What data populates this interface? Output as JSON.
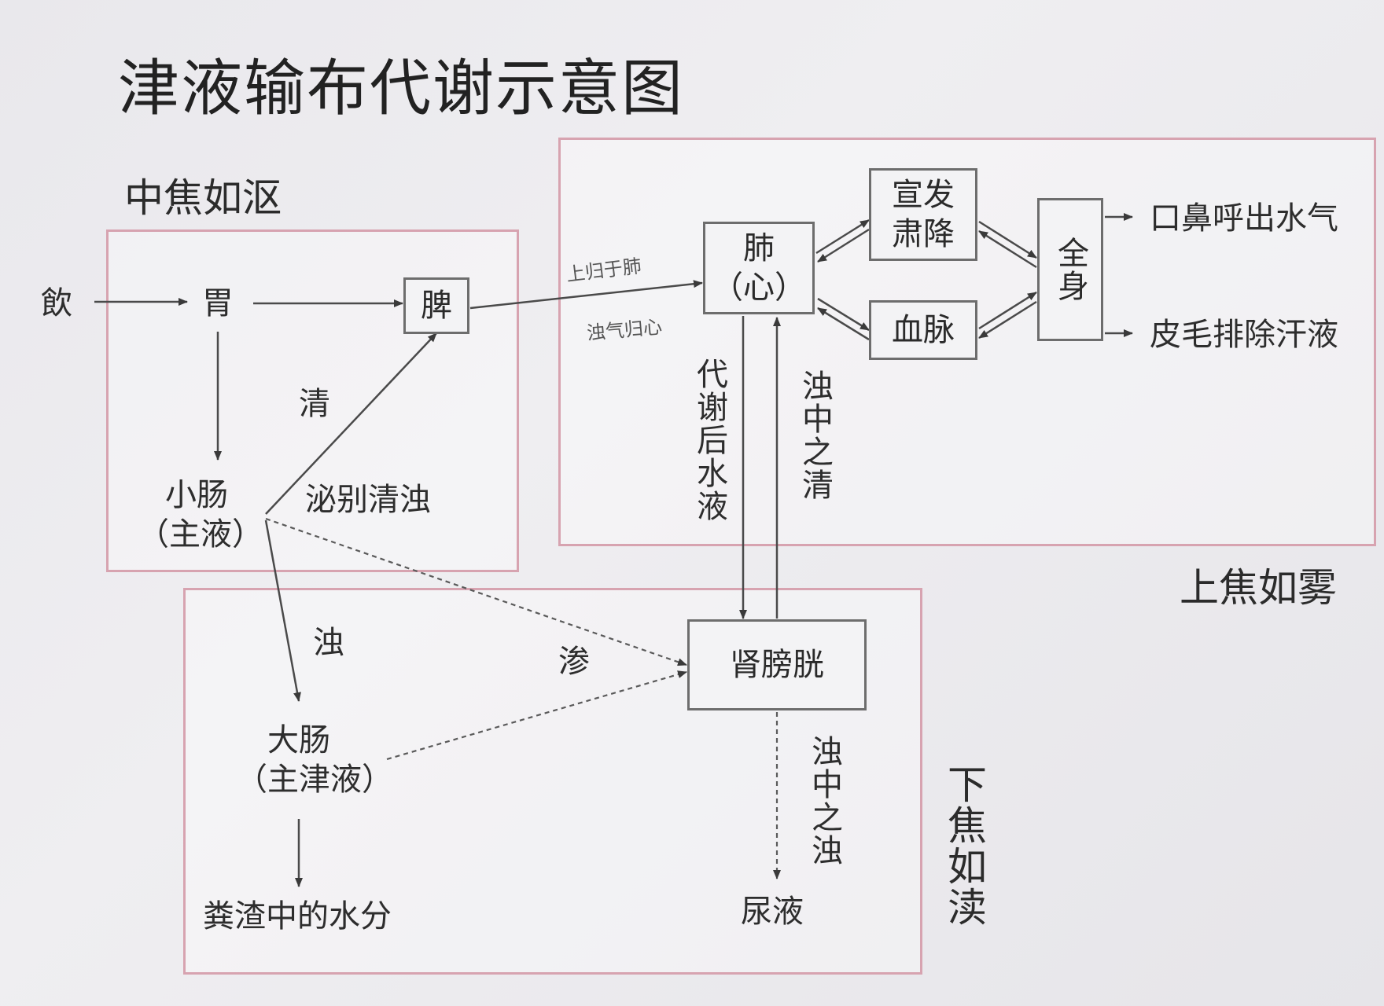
{
  "title": "津液输布代谢示意图",
  "regions": {
    "middle": "中焦如沤",
    "upper": "上焦如雾",
    "lower": "下焦如渎"
  },
  "nodes": {
    "drink": "飲",
    "stomach": "胃",
    "spleen": "脾",
    "small_intestine_line1": "小肠",
    "small_intestine_line2": "（主液）",
    "large_intestine_line1": "大肠",
    "large_intestine_line2": "（主津液）",
    "feces_water": "粪渣中的水分",
    "lung_line1": "肺",
    "lung_line2": "（心）",
    "disperse_line1": "宣发",
    "disperse_line2": "肃降",
    "vessels": "血脉",
    "whole_body": "全身",
    "exhale": "口鼻呼出水气",
    "sweat": "皮毛排除汗液",
    "kidney_bladder": "肾膀胱",
    "urine": "尿液"
  },
  "labels": {
    "clear": "清",
    "separate": "泌别清浊",
    "turbid": "浊",
    "seep": "渗",
    "up_to_lung": "上归于肺",
    "turbid_qi_to_heart": "浊气归心",
    "metabolized_water": "代谢后水液",
    "clear_of_turbid": "浊中之清",
    "turbid_of_turbid": "浊中之浊"
  }
}
